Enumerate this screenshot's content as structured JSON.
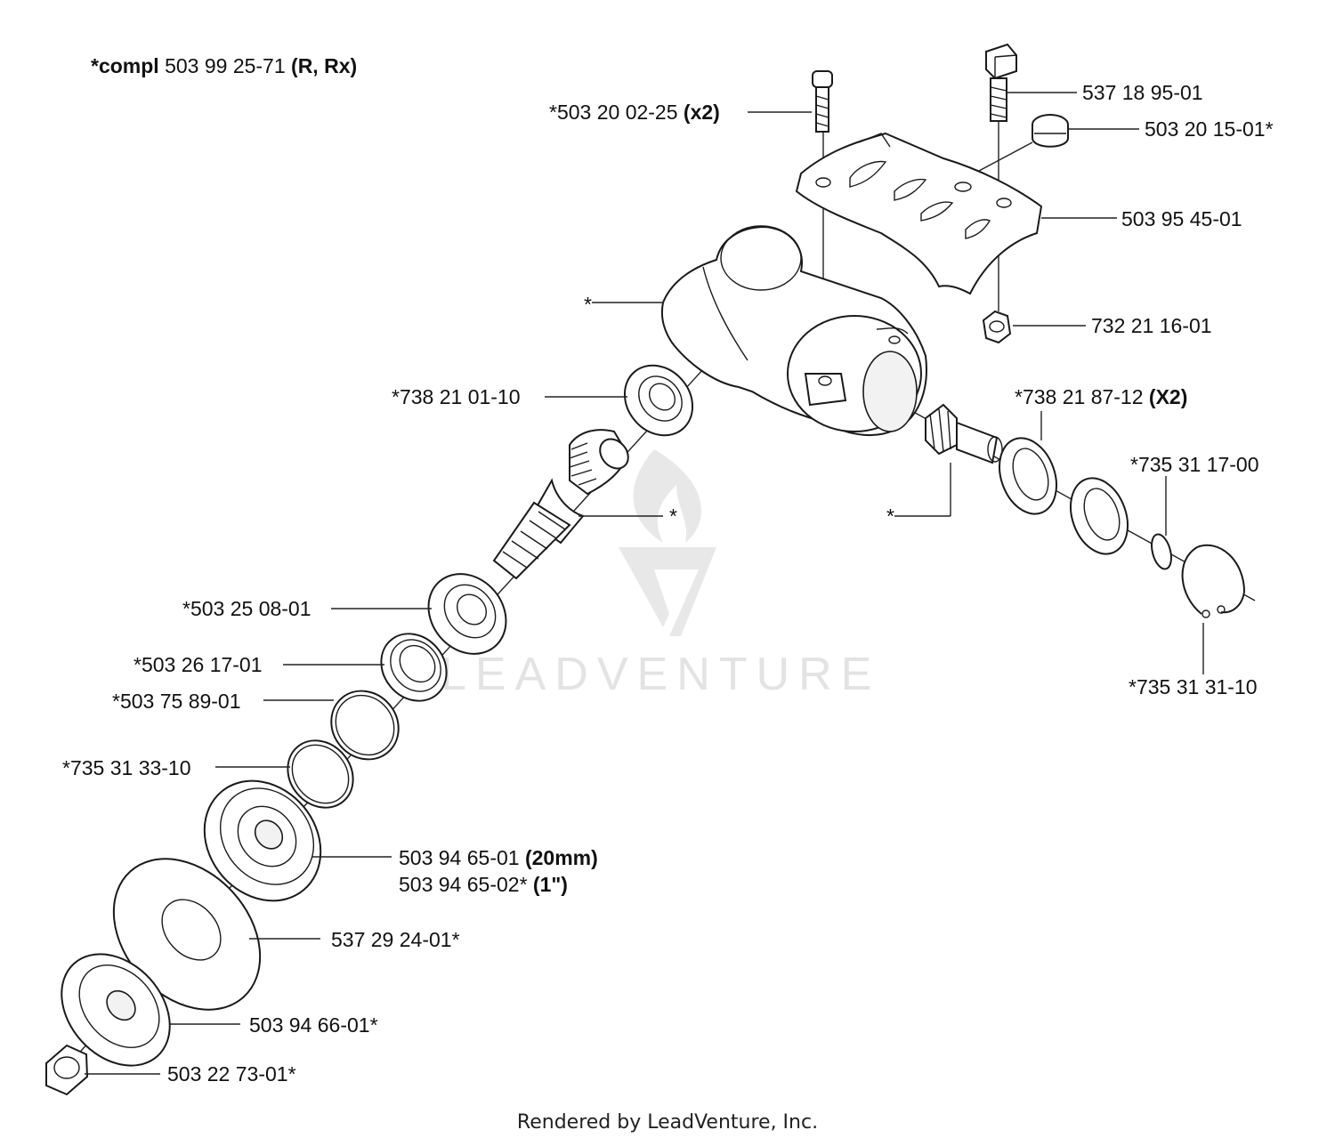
{
  "header": {
    "compl_prefix": "*compl",
    "compl_number": " 503 99 25-71 ",
    "compl_suffix": "(R, Rx)"
  },
  "labels": {
    "p503_20_02_25": "*503 20 02-25",
    "p503_20_02_25_qty": " (x2)",
    "p537_18_95_01": "537 18 95-01",
    "p503_20_15_01": "503 20 15-01*",
    "p503_95_45_01": "503 95 45-01",
    "housing_star": "*",
    "p732_21_16_01": "732 21 16-01",
    "p738_21_01_10": "*738 21 01-10",
    "p738_21_87_12": "*738 21 87-12",
    "p738_21_87_12_qty": " (X2)",
    "p735_31_17_00": "*735 31 17-00",
    "gear_star": "*",
    "pinion_star": "*",
    "p503_25_08_01": "*503 25 08-01",
    "p503_26_17_01": "*503 26 17-01",
    "p503_75_89_01": "*503 75 89-01",
    "p735_31_31_10": "*735 31 31-10",
    "p735_31_33_10": "*735 31 33-10",
    "p503_94_65_01": "503 94 65-01",
    "p503_94_65_01_size": " (20mm)",
    "p503_94_65_02": "503 94 65-02*",
    "p503_94_65_02_size": " (1\")",
    "p537_29_24_01": "537 29 24-01*",
    "p503_94_66_01": "503 94 66-01*",
    "p503_22_73_01": "503 22 73-01*"
  },
  "watermark": "LEADVENTURE",
  "footer": "Rendered by LeadVenture, Inc."
}
